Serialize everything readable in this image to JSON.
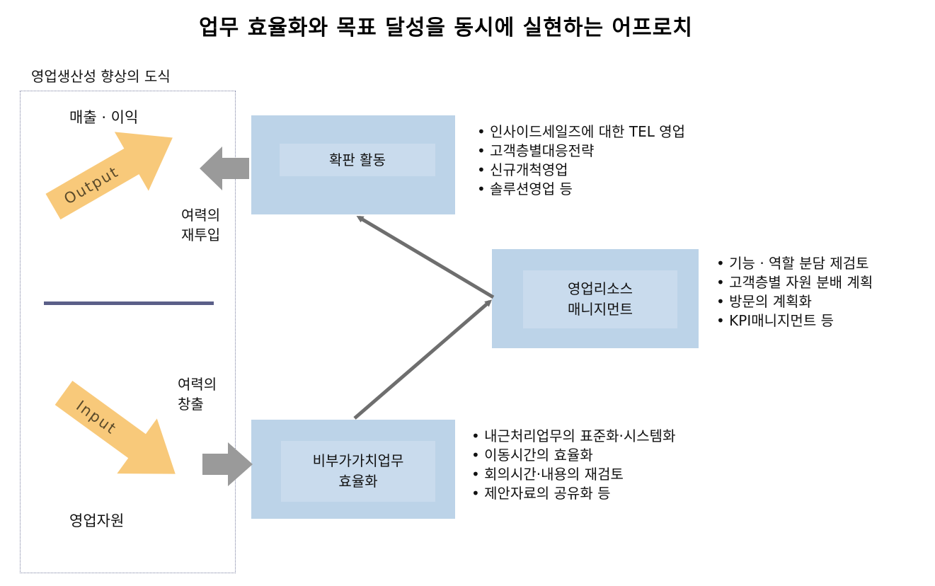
{
  "title": "업무 효율화와 목표 달성을 동시에 실현하는 어프로치",
  "left_panel": {
    "title": "영업생산성 향상의 도식",
    "top_label": "매출 · 이익",
    "bottom_label": "영업자원",
    "output_label": "Output",
    "input_label": "Input",
    "reinvest_line1": "여력의",
    "reinvest_line2": "재투입",
    "create_line1": "여력의",
    "create_line2": "창출"
  },
  "boxes": {
    "expansion": {
      "label": "확판 활동",
      "bullets": [
        "인사이드세일즈에 대한 TEL 영업",
        "고객층별대응전략",
        "신규개척영업",
        "솔루션영업  등"
      ]
    },
    "resource": {
      "line1": "영업리소스",
      "line2": "매니지먼트",
      "bullets": [
        "기능 · 역할 분담 제검토",
        "고객층별 자원 분배 계획",
        "방문의 계획화",
        "KPI매니지먼트 등"
      ]
    },
    "efficiency": {
      "line1": "비부가가치업무",
      "line2": "효율화",
      "bullets": [
        "내근처리업무의 표준화·시스템화",
        "이동시간의 효율화",
        "회의시간·내용의 재검토",
        "제안자료의 공유화 등"
      ]
    }
  },
  "colors": {
    "box_fill": "#bcd3e8",
    "box_inner": "#c9dbed",
    "big_arrow": "#f8c97a",
    "gray_arrow": "#9a9a9a",
    "connector": "#6e6e6e",
    "divider": "#5b5f88"
  }
}
